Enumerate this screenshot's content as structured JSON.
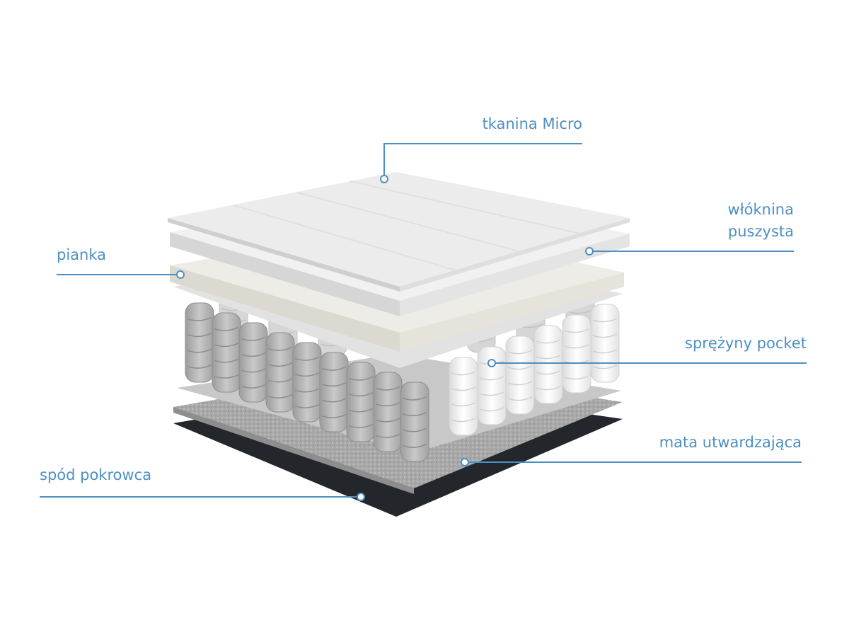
{
  "colors": {
    "accent": "#4b8fc3",
    "fabric": "#ececec",
    "foam": "#e8e6df",
    "springs_gray": "#b9b9b9",
    "springs_white": "#f4f4f4",
    "mat": "#a9a9a9",
    "bottom": "#23262b"
  },
  "labels": {
    "fabric": "tkanina Micro",
    "fleece_line1": "włóknina",
    "fleece_line2": "puszysta",
    "foam": "pianka",
    "springs": "sprężyny pocket",
    "mat": "mata utwardzająca",
    "bottom": "spód pokrowca"
  }
}
